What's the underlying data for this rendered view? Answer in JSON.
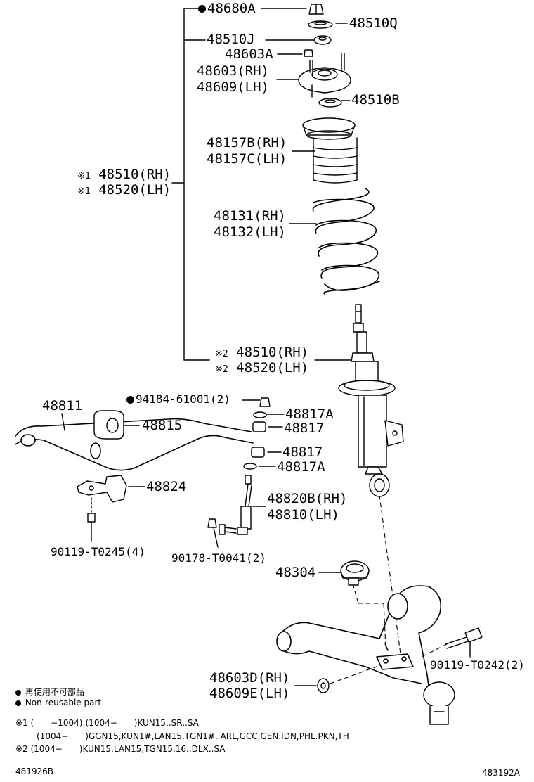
{
  "labels": {
    "p48680A": "48680A",
    "p48510Q": "48510Q",
    "p48510J": "48510J",
    "p48603A": "48603A",
    "p48603RH": "48603(RH)",
    "p48609LH": "48609(LH)",
    "p48510B": "48510B",
    "p48157B": "48157B(RH)",
    "p48157C": "48157C(LH)",
    "p48510RH_1": "48510(RH)",
    "p48520LH_1": "48520(LH)",
    "p48131": "48131(RH)",
    "p48132": "48132(LH)",
    "p48510RH_2": "48510(RH)",
    "p48520LH_2": "48520(LH)",
    "p48811": "48811",
    "p48815": "48815",
    "p94184": "94184-61001(2)",
    "p48817A_1": "48817A",
    "p48817_1": "48817",
    "p48817_2": "48817",
    "p48817A_2": "48817A",
    "p48824": "48824",
    "p48820B": "48820B(RH)",
    "p48810": "48810(LH)",
    "p90119_T0245": "90119-T0245(4)",
    "p90178": "90178-T0041(2)",
    "p48304": "48304",
    "p90119_T0242": "90119-T0242(2)",
    "p48603D": "48603D(RH)",
    "p48609E": "48609E(LH)"
  },
  "marks": {
    "ref1": "※1",
    "ref2": "※2"
  },
  "legend": {
    "jp": "再使用不可部品",
    "en": "Non-reusable part"
  },
  "notes": {
    "line1": "※1 (　　−1004);(1004−　　)KUN15..SR..SA",
    "line2": "(1004−　　)GGN15,KUN1#,LAN15,TGN1#..ARL,GCC,GEN.IDN,PHL.PKN,TH",
    "line3": "※2 (1004−　　)KUN15,LAN15,TGN15,16..DLX..SA"
  },
  "codes": {
    "left": "481926B",
    "right": "483192A"
  }
}
